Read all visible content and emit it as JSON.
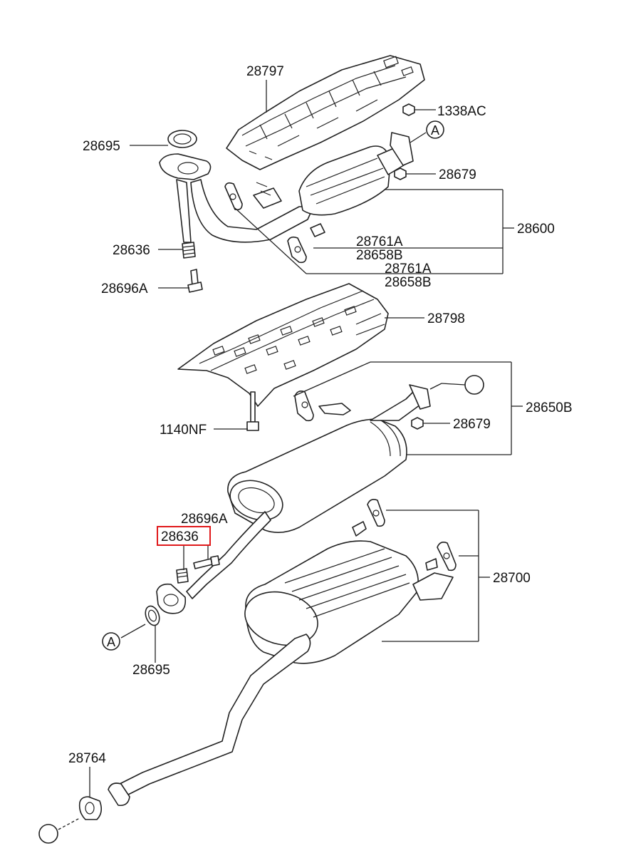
{
  "labels": {
    "p28797": "28797",
    "p1338AC": "1338AC",
    "p28695_top": "28695",
    "p28679_top": "28679",
    "p28600": "28600",
    "p28761A_1": "28761A",
    "p28658B_1": "28658B",
    "p28761A_2": "28761A",
    "p28658B_2": "28658B",
    "p28636_top": "28636",
    "p28696A_top": "28696A",
    "p28798": "28798",
    "p28650B": "28650B",
    "p28679_mid": "28679",
    "p1140NF": "1140NF",
    "p28696A_mid": "28696A",
    "p28636_mid": "28636",
    "p28700": "28700",
    "p28695_bot": "28695",
    "p28764": "28764"
  },
  "markers": {
    "a_top": "A",
    "a_bottom": "A"
  },
  "highlight_color": "#e0191b"
}
